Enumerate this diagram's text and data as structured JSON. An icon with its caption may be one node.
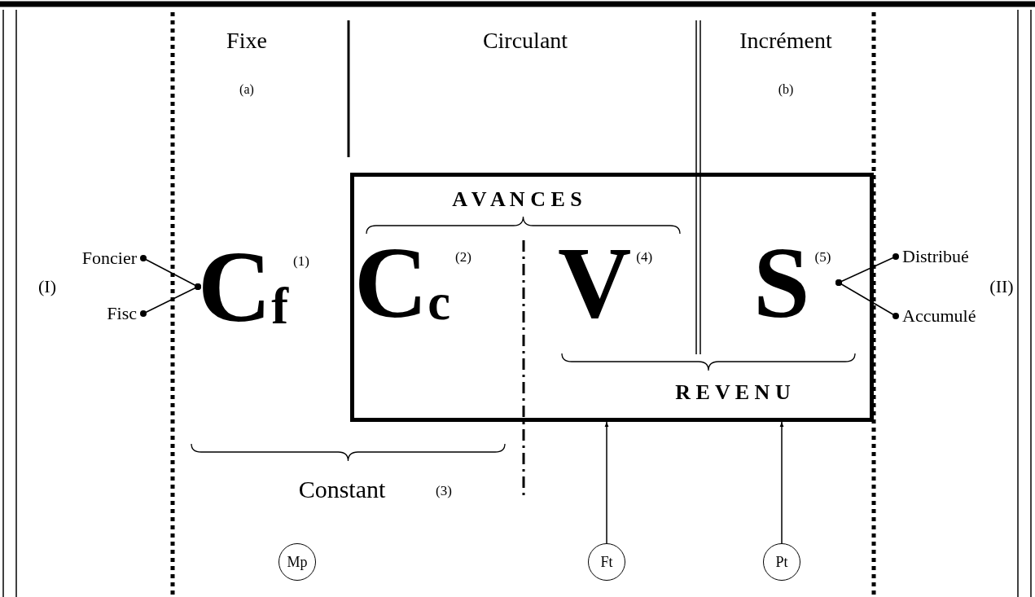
{
  "diagram": {
    "nodes": [
      {
        "text": [
          "A V A N C E S",
          "R E V E N U"
        ]
      },
      {
        "text": [
          "C$_{f}$"
        ],
        "beside": [
          "(1)"
        ]
      },
      {
        "text": [
          "C$_{c}$"
        ],
        "beside": [
          "(2)"
        ],
        "in": 0
      },
      {
        "text": [
          "V"
        ],
        "beside": [
          "(4)"
        ],
        "in": 0
      },
      {
        "text": [
          "S"
        ],
        "beside": [
          "(5)"
        ],
        "in": 0
      },
      {
        "text": [
          "Foncier"
        ]
      },
      {
        "text": [
          "Fisc"
        ]
      },
      {
        "text": [
          "Distribué"
        ]
      },
      {
        "text": [
          "Accumulé"
        ]
      },
      {
        "text": [
          "Mp"
        ]
      },
      {
        "text": [
          "Ft"
        ]
      },
      {
        "text": [
          "Pt"
        ]
      }
    ],
    "edges": [
      {
        "from": 5,
        "to": 1,
        "arrow": "other"
      },
      {
        "from": 6,
        "to": 1,
        "arrow": "other"
      },
      {
        "from": 4,
        "to": 7,
        "arrow": "other"
      },
      {
        "from": 4,
        "to": 8,
        "arrow": "other"
      },
      {
        "from": 10,
        "to": 0,
        "arrow": "to"
      },
      {
        "from": 11,
        "to": 0,
        "arrow": "to"
      }
    ],
    "labels": [
      "Fixe",
      "Circulant",
      "Incrément",
      "(a)",
      "(b)",
      "(I)",
      "(II)",
      "Constant",
      "(3)"
    ]
  }
}
